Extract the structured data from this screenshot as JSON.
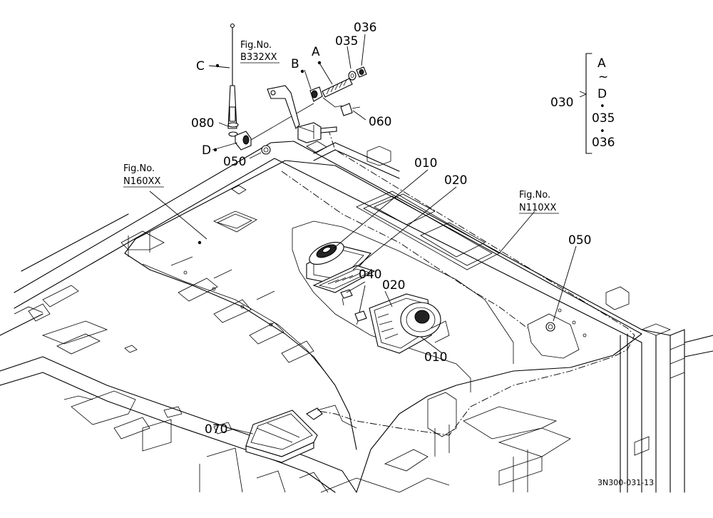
{
  "callouts": {
    "c_A": "A",
    "c_B": "B",
    "c_C": "C",
    "c_D": "D",
    "p010a": "010",
    "p010b": "010",
    "p020a": "020",
    "p020b": "020",
    "p030": "030",
    "p035": "035",
    "p036": "036",
    "p040": "040",
    "p050a": "050",
    "p050b": "050",
    "p060": "060",
    "p070": "070",
    "p080": "080"
  },
  "figure_refs": [
    {
      "prefix": "Fig.No.",
      "number": "B332XX"
    },
    {
      "prefix": "Fig.No.",
      "number": "N160XX"
    },
    {
      "prefix": "Fig.No.",
      "number": "N110XX"
    }
  ],
  "set_bracket": {
    "top": "A",
    "tilde": "~",
    "mid": "D",
    "item2": "035",
    "item3": "036",
    "dot": "•"
  },
  "drawing_code": "3N300-031-13"
}
